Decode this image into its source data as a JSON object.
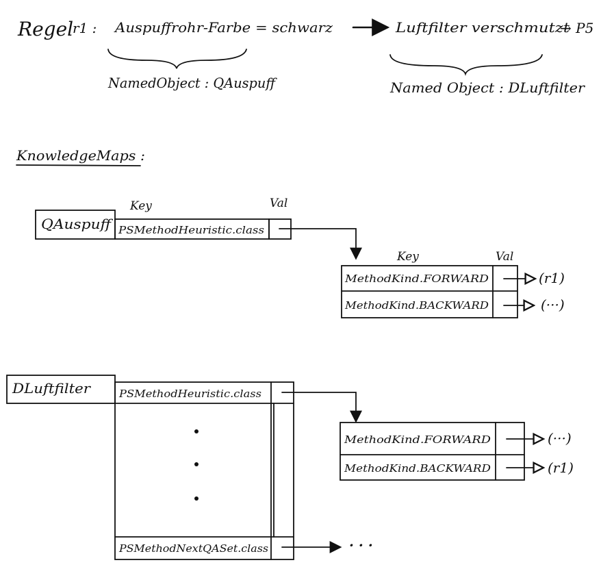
{
  "rule": {
    "regel_label": "Regel",
    "rule_id": "r1 :",
    "condition": "Auspuffrohr-Farbe = schwarz",
    "conclusion": "Luftfilter verschmutzt",
    "conclusion_arrow_target": "→ P5",
    "condition_named_object": "NamedObject : QAuspuff",
    "conclusion_named_object": "Named Object : DLuftfilter"
  },
  "section_title": "KnowledgeMaps :",
  "map1": {
    "object": "QAuspuff",
    "key_header": "Key",
    "val_header": "Val",
    "key": "PSMethodHeuristic.class",
    "inner": {
      "key_header": "Key",
      "val_header": "Val",
      "rows": [
        {
          "key": "MethodKind.FORWARD",
          "target": "(r1)"
        },
        {
          "key": "MethodKind.BACKWARD",
          "target": "(···)"
        }
      ]
    }
  },
  "map2": {
    "object": "DLuftfilter",
    "first_key": "PSMethodHeuristic.class",
    "last_key": "PSMethodNextQASet.class",
    "last_target": "· · ·",
    "inner": {
      "rows": [
        {
          "key": "MethodKind.FORWARD",
          "target": "(···)"
        },
        {
          "key": "MethodKind.BACKWARD",
          "target": "(r1)"
        }
      ]
    }
  }
}
